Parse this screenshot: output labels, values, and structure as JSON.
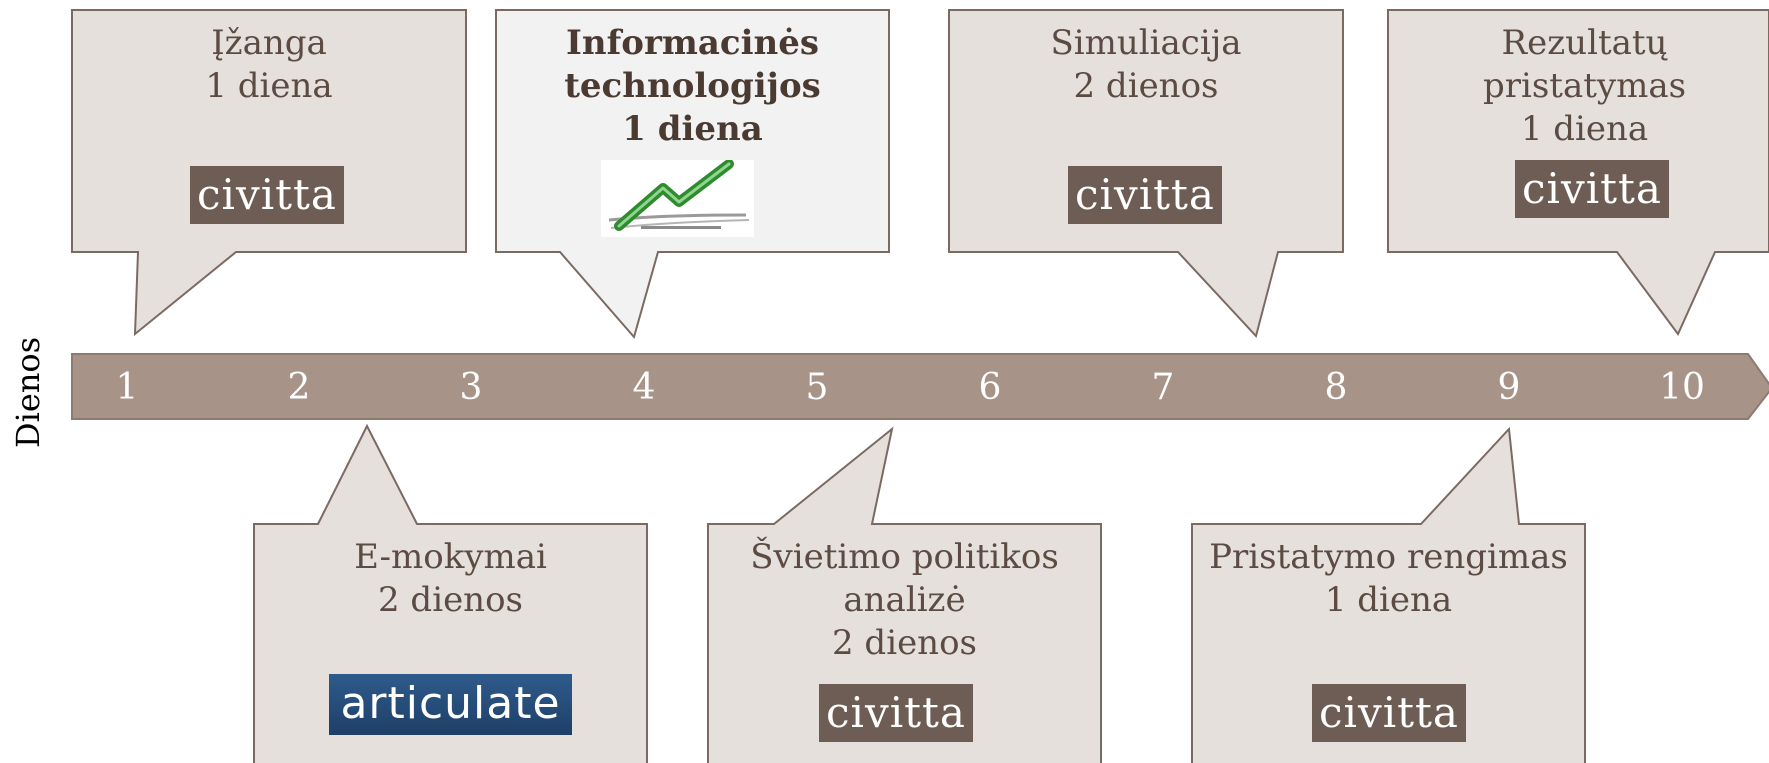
{
  "axis_label": "Dienos",
  "days": [
    "1",
    "2",
    "3",
    "4",
    "5",
    "6",
    "7",
    "8",
    "9",
    "10"
  ],
  "colors": {
    "bubble_fill": "#e6e0dd",
    "bubble_highlight_fill": "#f2f2f2",
    "bubble_stroke": "#7b6a62",
    "timeline_fill": "#a79388",
    "logo_bg": "#6e5d54",
    "articulate_bg": "#2b5687",
    "text": "#5b4b43"
  },
  "phases": [
    {
      "title": "Įžanga",
      "duration": "1 diena",
      "logo": "civitta"
    },
    {
      "title_lines": [
        "Informacinės",
        "technologijos"
      ],
      "duration": "1 diena",
      "logo": "trend-chart-logo",
      "highlighted": true
    },
    {
      "title": "Simuliacija",
      "duration": "2 dienos",
      "logo": "civitta"
    },
    {
      "title": "Rezultatų pristatymas",
      "duration": "1 diena",
      "logo": "civitta"
    },
    {
      "title": "E-mokymai",
      "duration": "2 dienos",
      "logo": "articulate"
    },
    {
      "title_lines": [
        "Švietimo politikos",
        "analizė"
      ],
      "duration": "2 dienos",
      "logo": "civitta"
    },
    {
      "title": "Pristatymo rengimas",
      "duration": "1 diena",
      "logo": "civitta"
    }
  ],
  "logos": {
    "civitta": "civitta",
    "articulate": "articulate"
  }
}
